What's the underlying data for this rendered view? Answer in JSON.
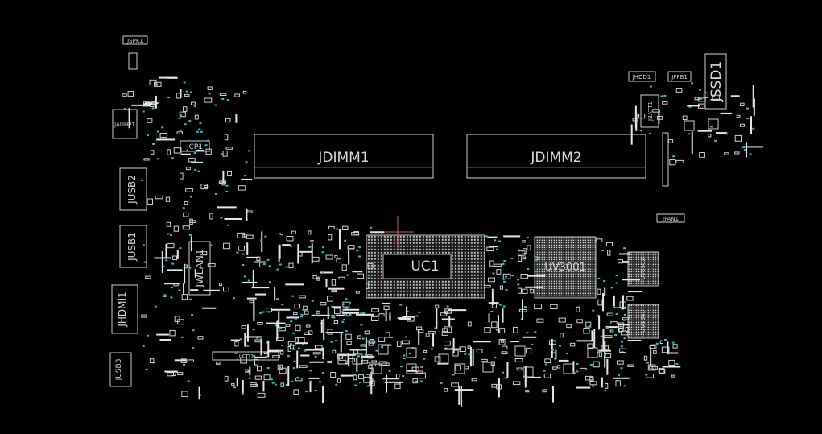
{
  "board": {
    "background": "#000000",
    "outline_color": "#cfcfcf",
    "pad_color": "#e6e6e6",
    "test_point_color": "#25c4c9",
    "cursor_color": "#c0606a"
  },
  "labels": {
    "jspk1": "JSPK1",
    "jaudio": "JAUHP1",
    "jcp1": "JCP1",
    "jusb2": "JUSB2",
    "jusb1": "JUSB1",
    "jwlan1": "JWLAN1",
    "jhdmi1": "JHDMI1",
    "jusb3": "JUSB3",
    "jlcd1": "JLCD1",
    "jdimm1": "JDIMM1",
    "jdimm2": "JDIMM2",
    "uc1": "UC1",
    "uv3001": "UV3001",
    "uv3502": "UV3502",
    "uv3501": "UV3501",
    "jhdd1": "JHDD1",
    "jfpbi": "JFPB1",
    "jssd1": "JSSD1",
    "jbatt1": "JBATT1",
    "jfan1": "JFAN1"
  }
}
